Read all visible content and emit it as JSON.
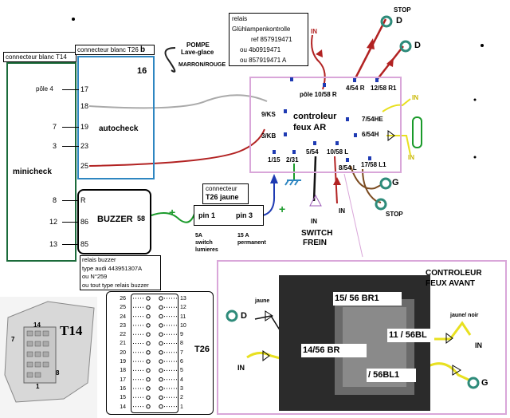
{
  "minicheck": {
    "header": "connecteur blanc T14",
    "title": "minicheck",
    "pins": [
      "pôle 4",
      "7",
      "3",
      "8",
      "12",
      "13"
    ]
  },
  "autocheck": {
    "header": "connecteur blanc T26",
    "header_suffix": "b",
    "title": "autocheck",
    "pins": [
      "17",
      "18",
      "19",
      "23",
      "25"
    ],
    "pin16": "16"
  },
  "pompe": {
    "title": "POMPE",
    "subtitle": "Lave-glace",
    "wire": "MARRON/ROUGE"
  },
  "buzzer": {
    "title": "BUZZER",
    "pin": "58",
    "pins": [
      "R",
      "86",
      "85"
    ],
    "note_lines": [
      "relais buzzer",
      "type audi 443951307A",
      "ou N°259",
      "ou tout type relais buzzer"
    ]
  },
  "t26_jaune": {
    "title_line1": "connecteur",
    "title_line2": "T26 jaune",
    "pin1": "pin 1",
    "pin3": "pin 3",
    "note1_lines": [
      "5A",
      "switch",
      "lumieres"
    ],
    "note2_lines": [
      "15 A",
      "permanent"
    ],
    "plus_left": "+",
    "plus_right": "+"
  },
  "relais": {
    "lines": [
      "relais",
      "Glühlampenkontrolle",
      "ref 857919471",
      "ou  4b0919471",
      "ou   857919471 A"
    ]
  },
  "controleur_ar": {
    "title_line1": "controleur",
    "title_line2": "feux AR",
    "pins": [
      "pôle 10/58 R",
      "4/54 R",
      "12/58 R1",
      "9/KS",
      "7/54HE",
      "3/KB",
      "6/54H",
      "5/54",
      "10/58 L",
      "1/15",
      "2/31",
      "8/54 L",
      "17/58 L1"
    ]
  },
  "outputs": {
    "stop_top": "STOP",
    "d": "D",
    "g": "G",
    "stop_bottom": "STOP",
    "in": "IN"
  },
  "switch_frein": {
    "line1": "SWITCH",
    "line2": "FREIN"
  },
  "controleur_avant": {
    "title_line1": "CONTROLEUR",
    "title_line2": "FEUX AVANT",
    "labels": [
      "15/ 56 BR1",
      "14/56 BR",
      "11 / 56BL",
      "/ 56BL1"
    ],
    "wire_jaune": "jaune",
    "wire_jaune_noir": "jaune/ noir",
    "d": "D",
    "g": "G",
    "in": "IN"
  },
  "t14_photo": {
    "title": "T14",
    "pins": [
      "14",
      "7",
      "8",
      "1"
    ]
  },
  "t26_diagram": {
    "title": "T26",
    "left_pins": [
      "26",
      "25",
      "24",
      "23",
      "22",
      "21",
      "20",
      "19",
      "18",
      "17",
      "16",
      "15",
      "14"
    ],
    "right_pins": [
      "13",
      "12",
      "11",
      "10",
      "9",
      "8",
      "7",
      "6",
      "5",
      "4",
      "3",
      "2",
      "1"
    ]
  },
  "colors": {
    "minicheck_box": "#1b6b3a",
    "autocheck_box": "#2e86c1",
    "controleur_box": "#d9a6d9",
    "wire_red": "#b22222",
    "wire_green": "#1a9a2a",
    "wire_blue": "#1f3bb3",
    "wire_yellow": "#e8e020",
    "circle_teal": "#2e8b7a"
  }
}
